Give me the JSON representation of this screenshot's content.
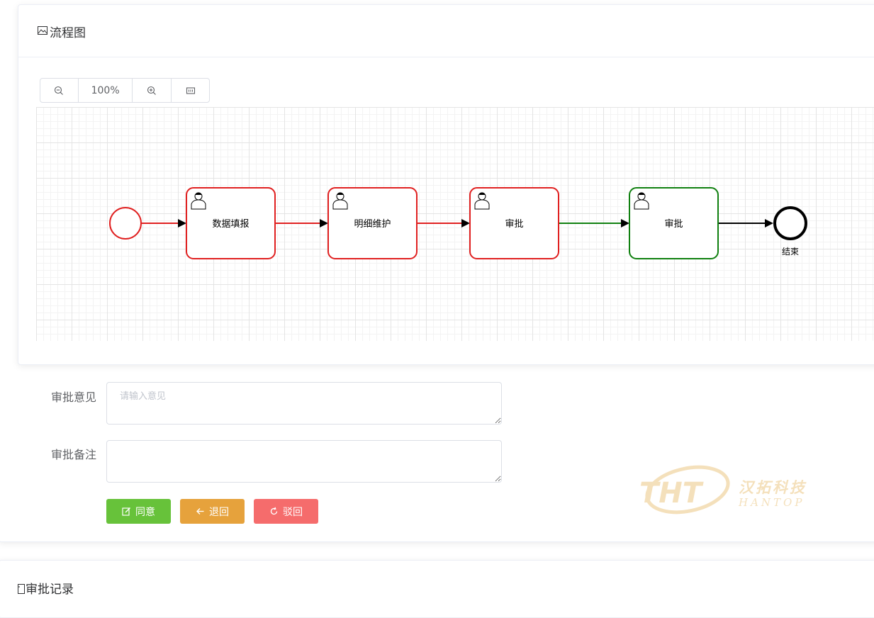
{
  "flow_card": {
    "title": "流程图",
    "title_icon": "picture-icon"
  },
  "toolbar": {
    "zoom_out_icon": "zoom-out-icon",
    "zoom_level": "100%",
    "zoom_in_icon": "zoom-in-icon",
    "fit_icon": "fit-view-icon"
  },
  "diagram": {
    "tasks": [
      {
        "label": "数据填报",
        "status": "completed",
        "color": "#e02020"
      },
      {
        "label": "明细维护",
        "status": "completed",
        "color": "#e02020"
      },
      {
        "label": "审批",
        "status": "completed",
        "color": "#e02020"
      },
      {
        "label": "审批",
        "status": "current",
        "color": "#108010"
      }
    ],
    "end_label": "结束",
    "colors": {
      "completed": "#e02020",
      "current": "#108010",
      "pending": "#000000"
    }
  },
  "form": {
    "opinion_label": "审批意见",
    "opinion_placeholder": "请输入意见",
    "opinion_value": "",
    "remark_label": "审批备注",
    "remark_value": ""
  },
  "buttons": {
    "agree": {
      "label": "同意",
      "icon": "edit-icon",
      "color": "#67c23a"
    },
    "back": {
      "label": "退回",
      "icon": "arrow-left-icon",
      "color": "#e6a23c"
    },
    "reject": {
      "label": "驳回",
      "icon": "refresh-icon",
      "color": "#f56c6c"
    }
  },
  "records": {
    "title": "审批记录",
    "title_icon": "tickets-icon"
  },
  "watermark": {
    "logo_text": "THT",
    "cn_name": "汉拓科技",
    "en_name": "HANTOP"
  }
}
